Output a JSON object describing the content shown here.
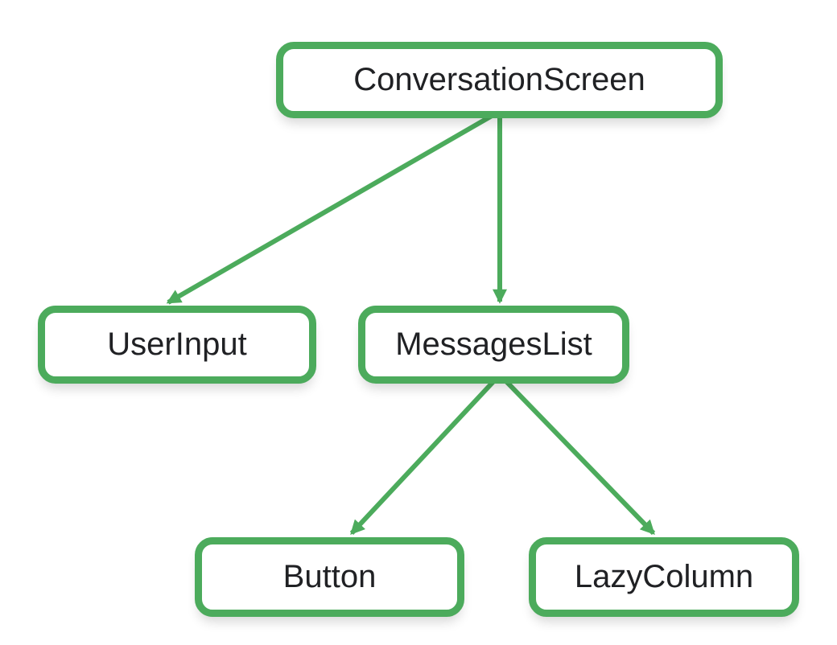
{
  "colors": {
    "accent": "#4CAB5C",
    "node_bg": "#FFFFFF",
    "node_text": "#202124",
    "canvas_bg": "#FFFFFF"
  },
  "diagram": {
    "type": "tree",
    "nodes": [
      {
        "id": "conversation-screen",
        "label": "ConversationScreen"
      },
      {
        "id": "user-input",
        "label": "UserInput"
      },
      {
        "id": "messages-list",
        "label": "MessagesList"
      },
      {
        "id": "button",
        "label": "Button"
      },
      {
        "id": "lazy-column",
        "label": "LazyColumn"
      }
    ],
    "edges": [
      {
        "from": "ConversationScreen",
        "to": "UserInput"
      },
      {
        "from": "ConversationScreen",
        "to": "MessagesList"
      },
      {
        "from": "MessagesList",
        "to": "Button"
      },
      {
        "from": "MessagesList",
        "to": "LazyColumn"
      }
    ]
  }
}
